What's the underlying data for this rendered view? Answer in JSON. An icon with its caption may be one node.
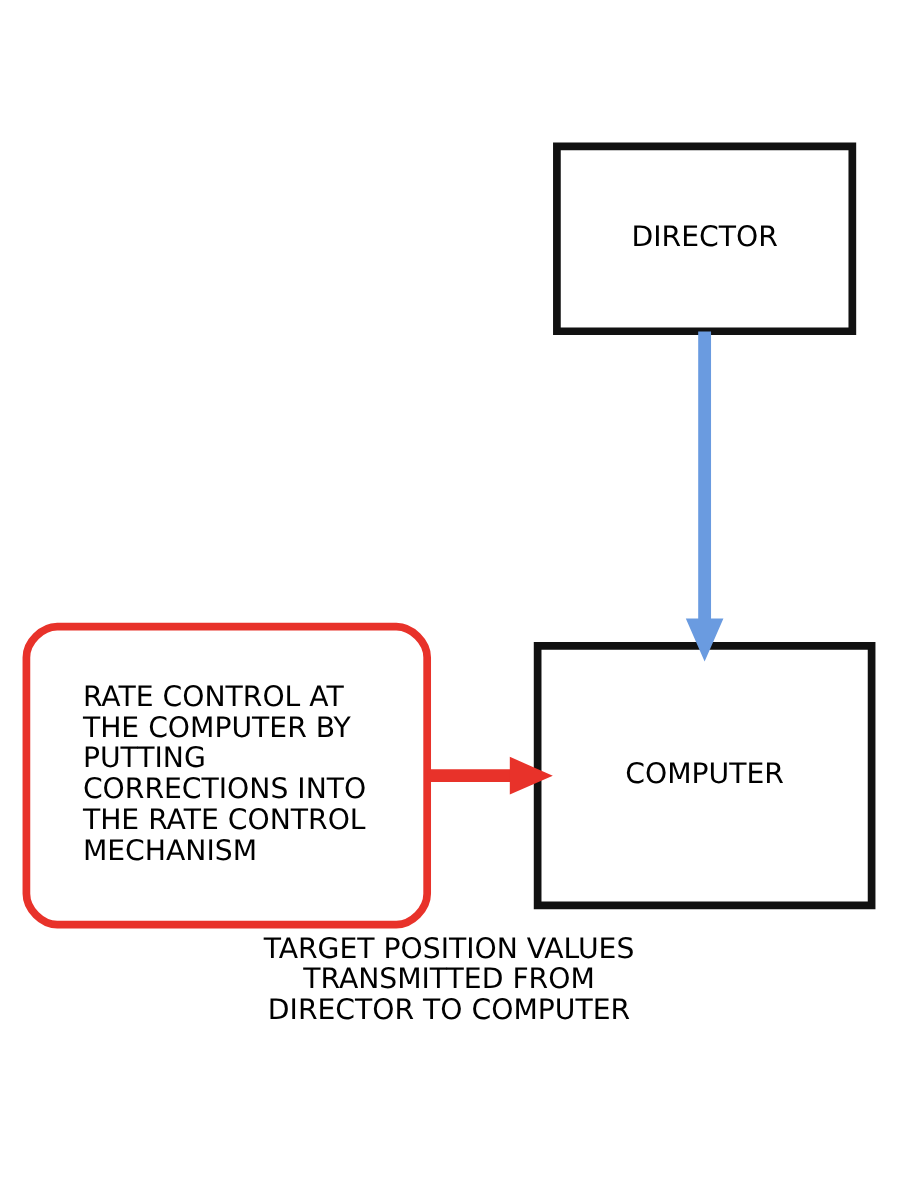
{
  "diagram": {
    "caption": "TARGET POSITION VALUES TRANSMITTED FROM DIRECTOR TO COMPUTER",
    "nodes": [
      {
        "text": [
          "DIRECTOR"
        ]
      },
      {
        "text": [
          "RATE CONTROL AT THE COMPUTER BY PUTTING CORRECTIONS INTO THE RATE CONTROL MECHANISM"
        ]
      },
      {
        "text": [
          "COMPUTER"
        ]
      }
    ],
    "edges": [
      {
        "from": 0,
        "to": 2,
        "arrow": "to",
        "color": "#6a9be0"
      },
      {
        "from": 1,
        "to": 2,
        "arrow": "to",
        "color": "#e8322a"
      }
    ]
  }
}
